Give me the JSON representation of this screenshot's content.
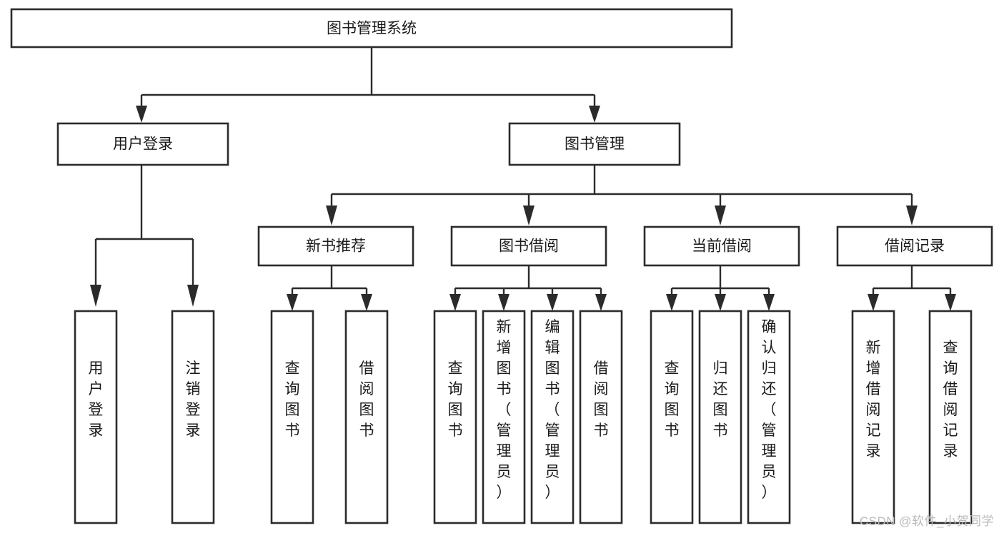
{
  "diagram": {
    "type": "tree-hierarchy",
    "title": "图书管理系统",
    "orientation": "top-down",
    "style": {
      "box_fill": "#ffffff",
      "box_stroke": "#2b2b2b",
      "connector_stroke": "#2b2b2b",
      "text_color": "#1a1a1a",
      "background": "#ffffff"
    },
    "root": {
      "id": "root",
      "label": "图书管理系统",
      "level": 1
    },
    "level2": [
      {
        "id": "user-login",
        "label": "用户登录",
        "level": 2
      },
      {
        "id": "book-management",
        "label": "图书管理",
        "level": 2
      }
    ],
    "level3": [
      {
        "id": "new-book-recommend",
        "label": "新书推荐",
        "level": 3,
        "parent": "book-management"
      },
      {
        "id": "book-borrow",
        "label": "图书借阅",
        "level": 3,
        "parent": "book-management"
      },
      {
        "id": "current-borrow",
        "label": "当前借阅",
        "level": 3,
        "parent": "book-management"
      },
      {
        "id": "borrow-record",
        "label": "借阅记录",
        "level": 3,
        "parent": "book-management"
      }
    ],
    "leaves": {
      "user-login": [
        {
          "id": "leaf-user-login",
          "label": "用户登录"
        },
        {
          "id": "leaf-logout",
          "label": "注销登录"
        }
      ],
      "new-book-recommend": [
        {
          "id": "leaf-query-book-1",
          "label": "查询图书"
        },
        {
          "id": "leaf-borrow-book-1",
          "label": "借阅图书"
        }
      ],
      "book-borrow": [
        {
          "id": "leaf-query-book-2",
          "label": "查询图书"
        },
        {
          "id": "leaf-add-book",
          "label": "新增图书（管理员）"
        },
        {
          "id": "leaf-edit-book",
          "label": "编辑图书（管理员）"
        },
        {
          "id": "leaf-borrow-book-2",
          "label": "借阅图书"
        }
      ],
      "current-borrow": [
        {
          "id": "leaf-query-book-3",
          "label": "查询图书"
        },
        {
          "id": "leaf-return-book",
          "label": "归还图书"
        },
        {
          "id": "leaf-confirm-return",
          "label": "确认归还（管理员）"
        }
      ],
      "borrow-record": [
        {
          "id": "leaf-add-record",
          "label": "新增借阅记录"
        },
        {
          "id": "leaf-query-record",
          "label": "查询借阅记录"
        }
      ]
    }
  },
  "watermark": {
    "text": "CSDN @软件_小贺同学"
  }
}
